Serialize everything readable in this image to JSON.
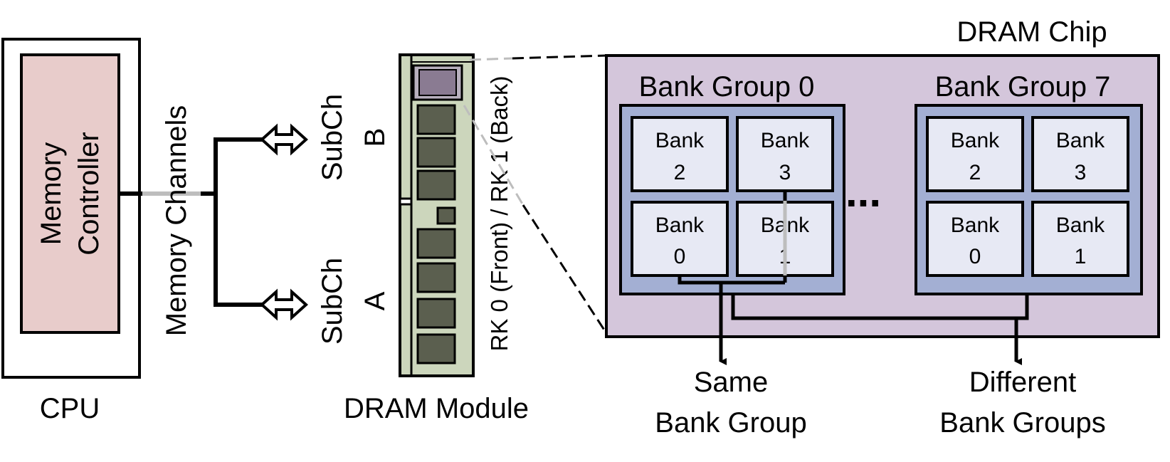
{
  "cpu": {
    "label": "CPU",
    "controller_line1": "Memory",
    "controller_line2": "Controller"
  },
  "channels": {
    "label": "Memory Channels",
    "subch_b_line1": "SubCh",
    "subch_b_line2": "B",
    "subch_a_line1": "SubCh",
    "subch_a_line2": "A"
  },
  "module": {
    "label": "DRAM Module",
    "rank_label": "RK 0 (Front) / RK 1 (Back)"
  },
  "chip": {
    "label": "DRAM Chip",
    "ellipsis": "...",
    "groups": [
      {
        "label": "Bank Group 0",
        "banks": [
          {
            "word": "Bank",
            "num": "2"
          },
          {
            "word": "Bank",
            "num": "3"
          },
          {
            "word": "Bank",
            "num": "0"
          },
          {
            "word": "Bank",
            "num": "1"
          }
        ]
      },
      {
        "label": "Bank Group 7",
        "banks": [
          {
            "word": "Bank",
            "num": "2"
          },
          {
            "word": "Bank",
            "num": "3"
          },
          {
            "word": "Bank",
            "num": "0"
          },
          {
            "word": "Bank",
            "num": "1"
          }
        ]
      }
    ]
  },
  "outputs": {
    "same_line1": "Same",
    "same_line2": "Bank Group",
    "diff_line1": "Different",
    "diff_line2": "Bank Groups"
  },
  "colors": {
    "controller_fill": "#e8cccb",
    "chip_fill": "#d4c6db",
    "group_fill": "#a3afd3",
    "bank_fill": "#e7e9f4",
    "module_fill": "#ccd6bc",
    "dram_die_fill": "#5b5f4f",
    "selected_die_fill": "#8a7b92",
    "highlight_gray": "#bdbdbd"
  }
}
